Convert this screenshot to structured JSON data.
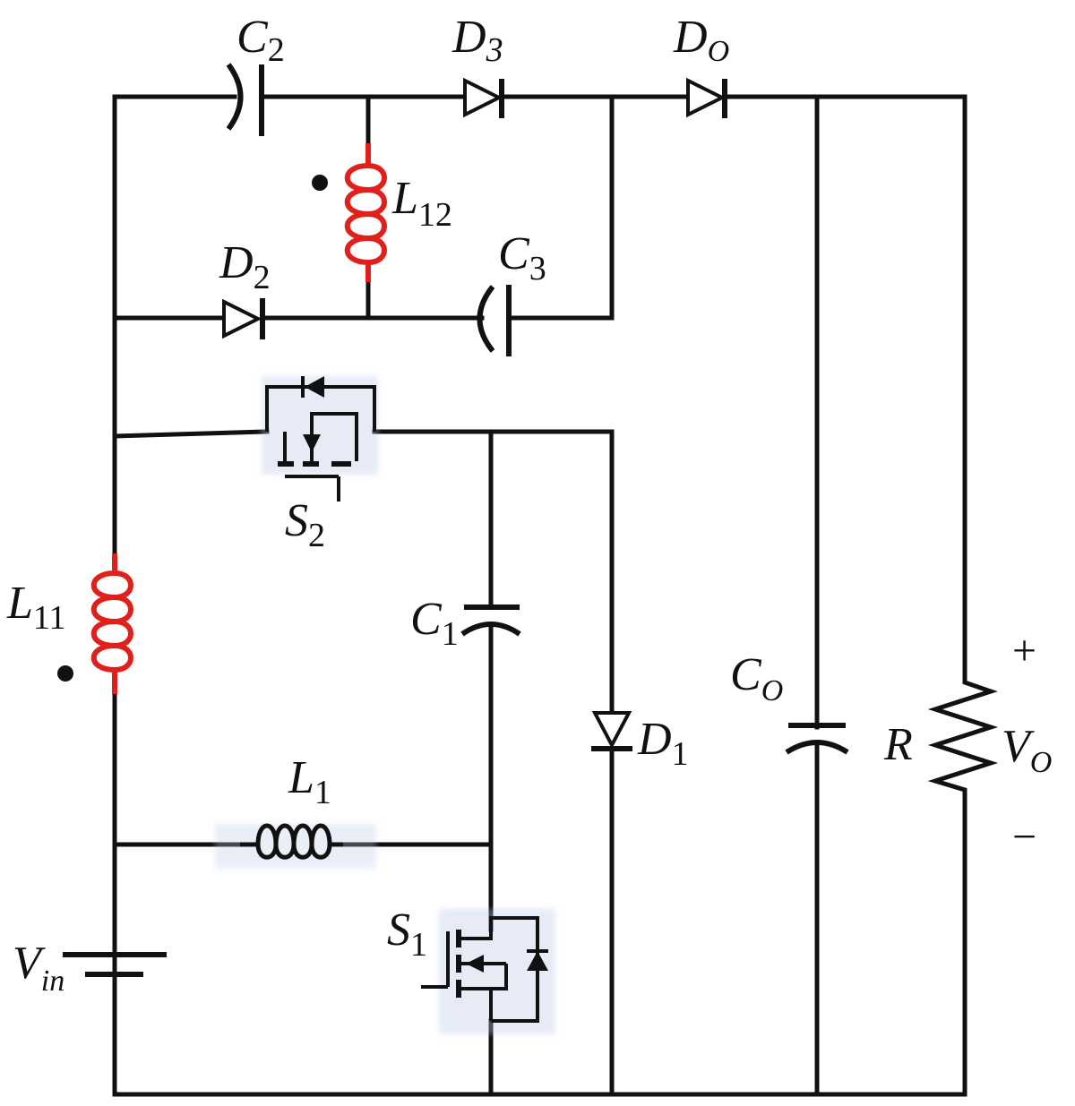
{
  "colors": {
    "wire": "#111111",
    "coupled_inductor": "#e0201b",
    "background": "#ffffff"
  },
  "labels": {
    "c2": {
      "main": "C",
      "sub": "2"
    },
    "d3": {
      "main": "D",
      "sub": "3"
    },
    "do": {
      "main": "D",
      "sub": "O"
    },
    "l12": {
      "main": "L",
      "sub": "12"
    },
    "d2": {
      "main": "D",
      "sub": "2"
    },
    "c3": {
      "main": "C",
      "sub": "3"
    },
    "s2": {
      "main": "S",
      "sub": "2"
    },
    "l11": {
      "main": "L",
      "sub": "11"
    },
    "c1": {
      "main": "C",
      "sub": "1"
    },
    "co": {
      "main": "C",
      "sub": "O"
    },
    "r": {
      "main": "R"
    },
    "vo": {
      "main": "V",
      "sub": "O"
    },
    "d1": {
      "main": "D",
      "sub": "1"
    },
    "l1": {
      "main": "L",
      "sub": "1"
    },
    "s1": {
      "main": "S",
      "sub": "1"
    },
    "vin": {
      "main": "V",
      "sub": "in"
    },
    "plus": "+",
    "minus": "−"
  }
}
